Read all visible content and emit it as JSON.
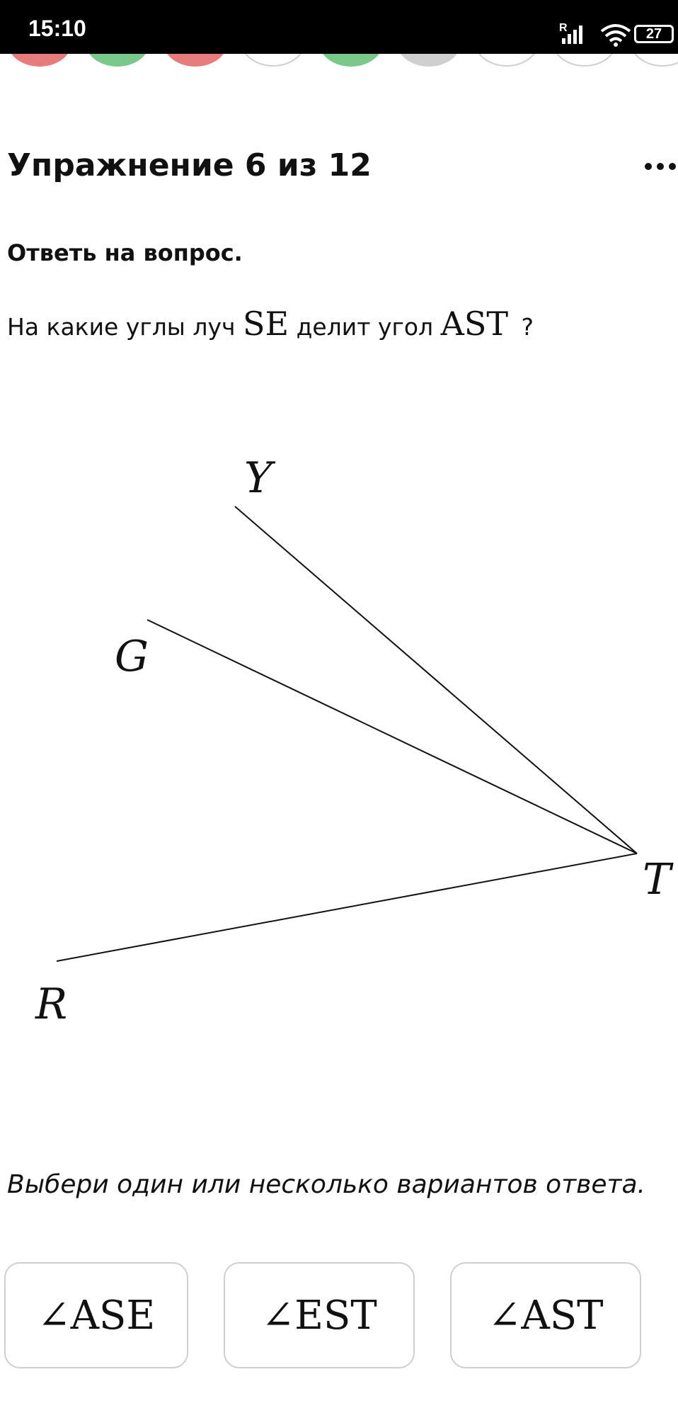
{
  "status_bar": {
    "time": "15:10",
    "battery": "27",
    "signal_label": "R"
  },
  "progress": {
    "dots": [
      {
        "status": "wrong",
        "color": "#e67c7c"
      },
      {
        "status": "correct",
        "color": "#7ac98a"
      },
      {
        "status": "wrong",
        "color": "#e67c7c"
      },
      {
        "status": "pending",
        "color": "#ffffff"
      },
      {
        "status": "correct",
        "color": "#7ac98a"
      },
      {
        "status": "skipped",
        "color": "#cfcfcf"
      },
      {
        "status": "pending",
        "color": "#ffffff"
      },
      {
        "status": "pending",
        "color": "#ffffff"
      },
      {
        "status": "pending",
        "color": "#ffffff"
      }
    ]
  },
  "header": {
    "title": "Упражнение 6 из 12",
    "more_icon": "more-icon"
  },
  "instruction": "Ответь на вопрос.",
  "question": {
    "prefix": "На какие углы луч",
    "ray": "SE",
    "middle": "делит угол",
    "angle": "AST",
    "suffix": "?"
  },
  "figure": {
    "labels": {
      "y": "Y",
      "g": "G",
      "t": "T",
      "r": "R"
    }
  },
  "hint": "Выбери один или несколько вариантов ответа.",
  "options": [
    {
      "label": "∠ASE"
    },
    {
      "label": "∠EST"
    },
    {
      "label": "∠AST"
    }
  ]
}
